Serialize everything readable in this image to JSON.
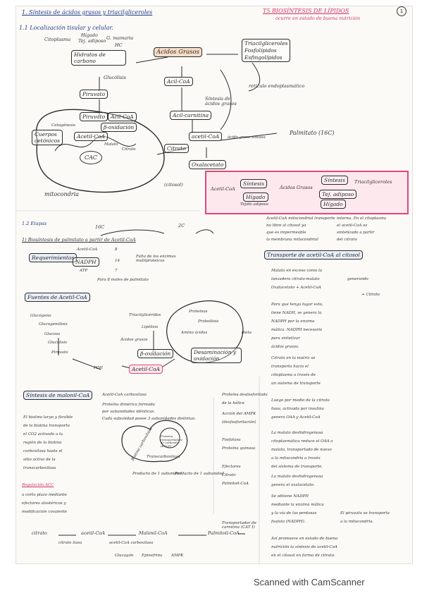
{
  "header": {
    "topic": "1. Síntesis de ácidos grasos y triacilgliceroles",
    "module": "T5 BIOSÍNTESIS DE LÍPIDOS",
    "context": "ocurre en estado de buena nutrición",
    "page_number": "1"
  },
  "section1": {
    "title": "1.1 Localización tisular y celular.",
    "sources_top": [
      "Citoplasma",
      "Hígado",
      "Tej. adiposo",
      "G. mamaria",
      "HC"
    ],
    "carbohydrates": "Hidratos de carbono",
    "glycolysis": "Glucólisis",
    "pyruvate": "Piruvato",
    "fatty_acids": "Ácidos Grasos",
    "acil_coa": "Acil-CoA",
    "acil_carnitina": "Acil-carnitina",
    "products": [
      "Triacilgliceroles",
      "Fosfolípidos",
      "Esfingolípidos"
    ],
    "retic": "retículo endoplasmático",
    "synthesis_label": "Síntesis de ácidos grasos",
    "mito_items": [
      "Piruvato",
      "Acil-CoA",
      "β-oxidación",
      "Acetil-CoA",
      "Cuerpos cetónicos",
      "Cetogénesis",
      "CAC",
      "Malato",
      "Citrato"
    ],
    "acetil_coa": "acetil-CoA",
    "fatty_synthase": "ácido graso sintasa",
    "palmitate": "Palmitato (16C)",
    "citrato": "Citrato",
    "oxalacetato": "Oxalacetato",
    "mitochondria": "mitocondria",
    "cytosol": "(citosol)"
  },
  "summary_box": {
    "start": "Acetil-CoA",
    "step1": "Síntesis",
    "step2": "Ácidos Grasos",
    "step3": "Síntesis",
    "step4": "Triacilgliceroles",
    "liver": "Hígado",
    "adipose": "Tejido adiposo",
    "tissues": [
      "Tej. adiposo",
      "Hígado"
    ]
  },
  "section2": {
    "title": "1.2 Etapas",
    "c16": "16C",
    "c2": "2C",
    "stage1": "1) Biosíntesis de palmitato a partir de Acetil-CoA",
    "requirements": "Requerimientos",
    "req_items": [
      "Acetil-CoA",
      "NADPH",
      "ATP"
    ],
    "req_numbers": [
      "8",
      "14",
      "7"
    ],
    "req_note": "Falta de los enzimas multiproteicos",
    "req_note2": "Para 8 moles de palmitato",
    "sources": "Fuentes de Acetil-CoA",
    "sources_items": [
      "Glucógeno",
      "Glucogenólisis",
      "Glucosa",
      "Glucólisis",
      "Piruvato",
      "PDH",
      "Triacilglicéridos",
      "Lipólisis",
      "Ácidos grasos",
      "β-oxidación",
      "Acetil-CoA",
      "Proteínas",
      "Proteólisis",
      "Amino ácidos",
      "Desaminación y oxidación",
      "dieta"
    ],
    "malonyl": "Síntesis de malonil-CoA",
    "malonyl_note": "Acetil-CoA carboxilasa",
    "protein_desc": [
      "Proteína dimérica formada",
      "por subunidades idénticas.",
      "Cada subunidad posee 3 subunidades distintas:"
    ],
    "enzyme_labels": [
      "Biotina carboxilasa",
      "Proteína transportadora de carboxilo (BCCP)",
      "Transcarboxilasa"
    ],
    "enzyme_note": [
      "Producto de 1 subunidad",
      "Producto de 1 subunidad"
    ],
    "regulation_title": "Regulación ACC",
    "regulation_items": [
      "a corto plazo mediante",
      "efectores alostéricos y",
      "modificación covalente"
    ],
    "regulation_left": [
      "El biotino largo y flexible",
      "de la biotina transporta",
      "el CO2 activado a la",
      "región de la biotina",
      "carboxilasa hasta el",
      "sitio activo de la",
      "transcarboxilasa"
    ]
  },
  "right_column": {
    "notes_top": [
      "Acetil-CoA mitocondrial transporte",
      "no libre al citosol ya",
      "que es impermeable",
      "la membrana mitocondrial",
      "interna. En el citoplasma",
      "el acetil-CoA es",
      "sintetizado a partir",
      "del citrato"
    ],
    "transport_title": "Transporte de acetil-CoA al citosol",
    "transport_desc": [
      "Malato en exceso como la",
      "lanzadera citrato-malato",
      "generando",
      "Oxalacetato + Acetil-CoA",
      "+ Citrato"
    ],
    "middle_notes": [
      "Para que tenga lugar esto,",
      "tiene NADH, se genera la",
      "NADPH por la enzima",
      "málica. NADPH necesario",
      "para sintetizar",
      "ácidos grasos."
    ],
    "shuttle_notes": [
      "Citrato en la matriz se",
      "transporta hacia el",
      "citoplasma a través de",
      "un sistema de transporte"
    ],
    "lyase": [
      "Luego por medio de la citrato",
      "liasa, activada por insulina",
      "genera OAA y Acetil-CoA"
    ],
    "lower_notes": [
      "La malato deshidrogenasa",
      "citoplasmática reduce el OAA a",
      "malato, transportado de nuevo",
      "a la mitocondria a través",
      "del sistema de transporte.",
      "La malato deshidrogenasa",
      "genera el oxalacetato."
    ],
    "nadph_notes": [
      "Se obtiene NADPH",
      "mediante la enzima málica",
      "y la vía de las pentosas",
      "fosfato (NADPH).",
      "El piruvato se transporta",
      "a la mitocondria."
    ],
    "final_notes": [
      "Así promueve en estado de buena",
      "nutrición la síntesis de acetil-CoA",
      "en el citosol en forma de citrato."
    ]
  },
  "protein_list": {
    "items": [
      "Proteína desfosforilada",
      "de la hélice",
      "Acción del AMPK",
      "(desfosforilación)",
      "Fosfatasa",
      "Proteína quinasa",
      "Efectores",
      "Citrato",
      "Palmitoil-CoA"
    ]
  },
  "pathway": {
    "citrato": "citrato",
    "acetil_coa": "acetil-CoA",
    "malonil_coa": "Malonil-CoA",
    "palmitoil_coa": "Palmitoil-CoA",
    "citrato_liasa": "citrato liasa",
    "carboxylase": "acetil-CoA carboxilasa",
    "effectors": [
      "Glucagón",
      "Epinefrina",
      "AMPK"
    ],
    "transport_note": "Transportador de carnitina (CAT I)"
  },
  "footer": {
    "text": "Scanned with CamScanner"
  }
}
